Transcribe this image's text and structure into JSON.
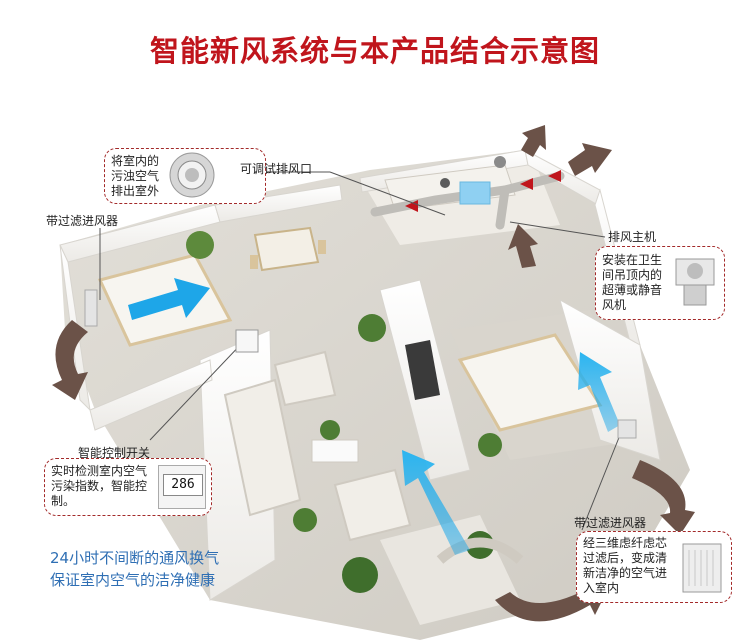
{
  "title": "智能新风系统与本产品结合示意图",
  "labels": {
    "adjustable_exhaust": "可调试排风口",
    "filter_intake_left": "带过滤进风器",
    "exhaust_host": "排风主机",
    "smart_switch": "智能控制开关",
    "filter_intake_bottom": "带过滤进风器"
  },
  "callouts": {
    "exhaust_out": [
      "将室内的",
      "污浊空气",
      "排出室外"
    ],
    "host_install": [
      "安装在卫生",
      "间吊顶内的",
      "超薄或静音",
      "风机"
    ],
    "switch_desc": [
      "实时检测室内空气",
      "污染指数，智能控",
      "制。"
    ],
    "intake_desc": [
      "经三维虑纤虑芯",
      "过滤后，变成清",
      "新洁净的空气进",
      "入室内"
    ]
  },
  "controller_display": "286",
  "slogan": [
    "24小时不间断的通风换气",
    "保证室内空气的洁净健康"
  ],
  "colors": {
    "title": "#c0151c",
    "callout_border": "#a32a2a",
    "slogan": "#2f6fb4",
    "fresh_air_arrow": "#1ea6e8",
    "exhaust_arrow": "#6b5248"
  }
}
